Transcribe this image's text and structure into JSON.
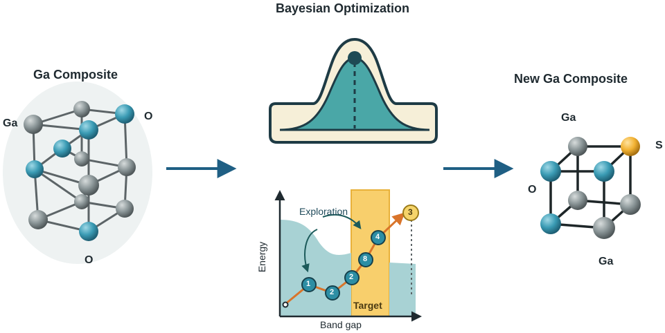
{
  "left": {
    "title": "Ga Composite",
    "labels": {
      "ga": "Ga",
      "o_top": "O",
      "o_bottom": "O"
    }
  },
  "center": {
    "title": "Bayesian Optimization",
    "chart": {
      "xlabel": "Band gap",
      "ylabel": "Energy",
      "exploration": "Exploration",
      "target": "Target",
      "points": [
        "1",
        "2",
        "2",
        "8",
        "4",
        "3"
      ]
    }
  },
  "right": {
    "title": "New Ga Composite",
    "labels": {
      "ga_top": "Ga",
      "s": "S",
      "o": "O",
      "ga_bottom": "Ga"
    }
  },
  "colors": {
    "teal_atom": "#3a9bb4",
    "gray_atom": "#8a9597",
    "yellow_atom": "#f2b233",
    "arrow": "#1f5f84",
    "target_band": "#f8cf6c",
    "teal_fill": "#a8d2d4",
    "curve_fill": "#4aa7a7"
  }
}
